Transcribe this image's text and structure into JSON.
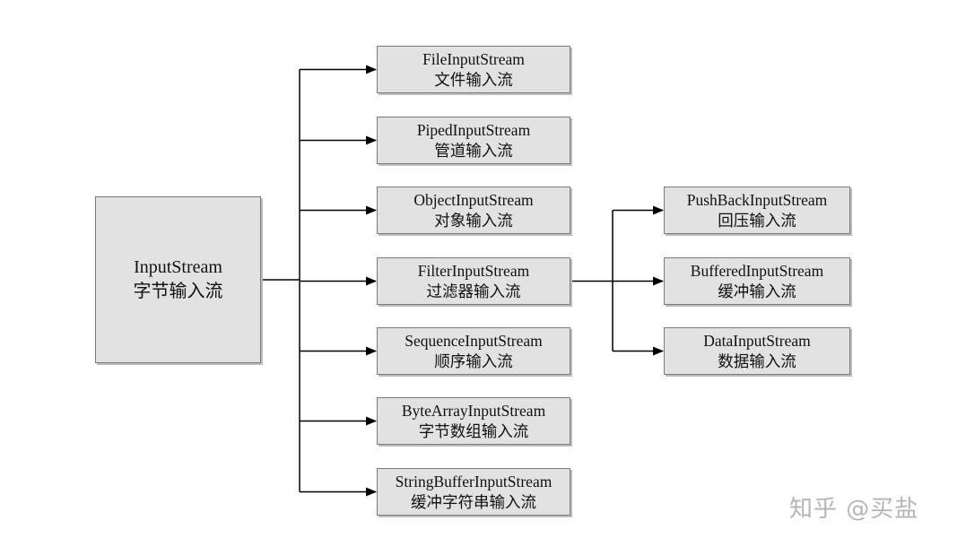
{
  "root": {
    "line1": "InputStream",
    "line2": "字节输入流"
  },
  "subclasses": [
    {
      "line1": "FileInputStream",
      "line2": "文件输入流"
    },
    {
      "line1": "PipedInputStream",
      "line2": "管道输入流"
    },
    {
      "line1": "ObjectInputStream",
      "line2": "对象输入流"
    },
    {
      "line1": "FilterInputStream",
      "line2": "过滤器输入流"
    },
    {
      "line1": "SequenceInputStream",
      "line2": "顺序输入流"
    },
    {
      "line1": "ByteArrayInputStream",
      "line2": "字节数组输入流"
    },
    {
      "line1": "StringBufferInputStream",
      "line2": "缓冲字符串输入流"
    }
  ],
  "filter_subclasses": [
    {
      "line1": "PushBackInputStream",
      "line2": "回压输入流"
    },
    {
      "line1": "BufferedInputStream",
      "line2": "缓冲输入流"
    },
    {
      "line1": "DataInputStream",
      "line2": "数据输入流"
    }
  ],
  "watermark": "知乎 @买盐",
  "colors": {
    "box_fill": "#e2e2e2",
    "box_border": "#7a7a7a",
    "line": "#000000"
  }
}
